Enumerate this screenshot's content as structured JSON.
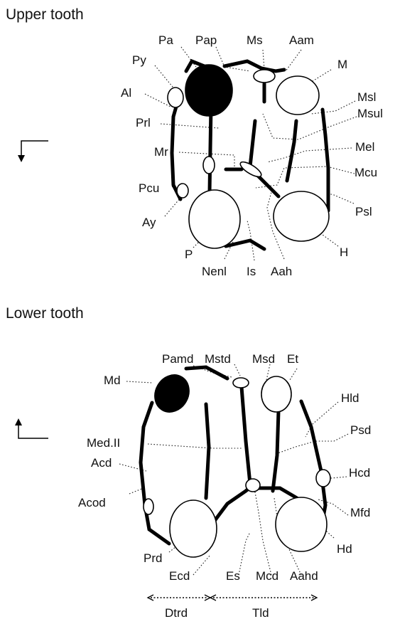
{
  "upper": {
    "title": "Upper tooth",
    "labels": {
      "Pa": "Pa",
      "Pap": "Pap",
      "Ms": "Ms",
      "Aam": "Aam",
      "Py": "Py",
      "M": "M",
      "Al": "Al",
      "Msl": "Msl",
      "Prl": "Prl",
      "Msul": "Msul",
      "Mr": "Mr",
      "Mel": "Mel",
      "Mcu": "Mcu",
      "Pcu": "Pcu",
      "Psl": "Psl",
      "Ay": "Ay",
      "P": "P",
      "H": "H",
      "Nenl": "Nenl",
      "Is": "Is",
      "Aah": "Aah"
    }
  },
  "lower": {
    "title": "Lower tooth",
    "labels": {
      "Pamd": "Pamd",
      "Mstd": "Mstd",
      "Msd": "Msd",
      "Et": "Et",
      "Md": "Md",
      "Hld": "Hld",
      "Psd": "Psd",
      "MedII": "Med.II",
      "Hcd": "Hcd",
      "Acd": "Acd",
      "Mfd": "Mfd",
      "Acod": "Acod",
      "Hd": "Hd",
      "Prd": "Prd",
      "Ecd": "Ecd",
      "Es": "Es",
      "Mcd": "Mcd",
      "Aahd": "Aahd",
      "Dtrd": "Dtrd",
      "Tld": "Tld"
    }
  }
}
